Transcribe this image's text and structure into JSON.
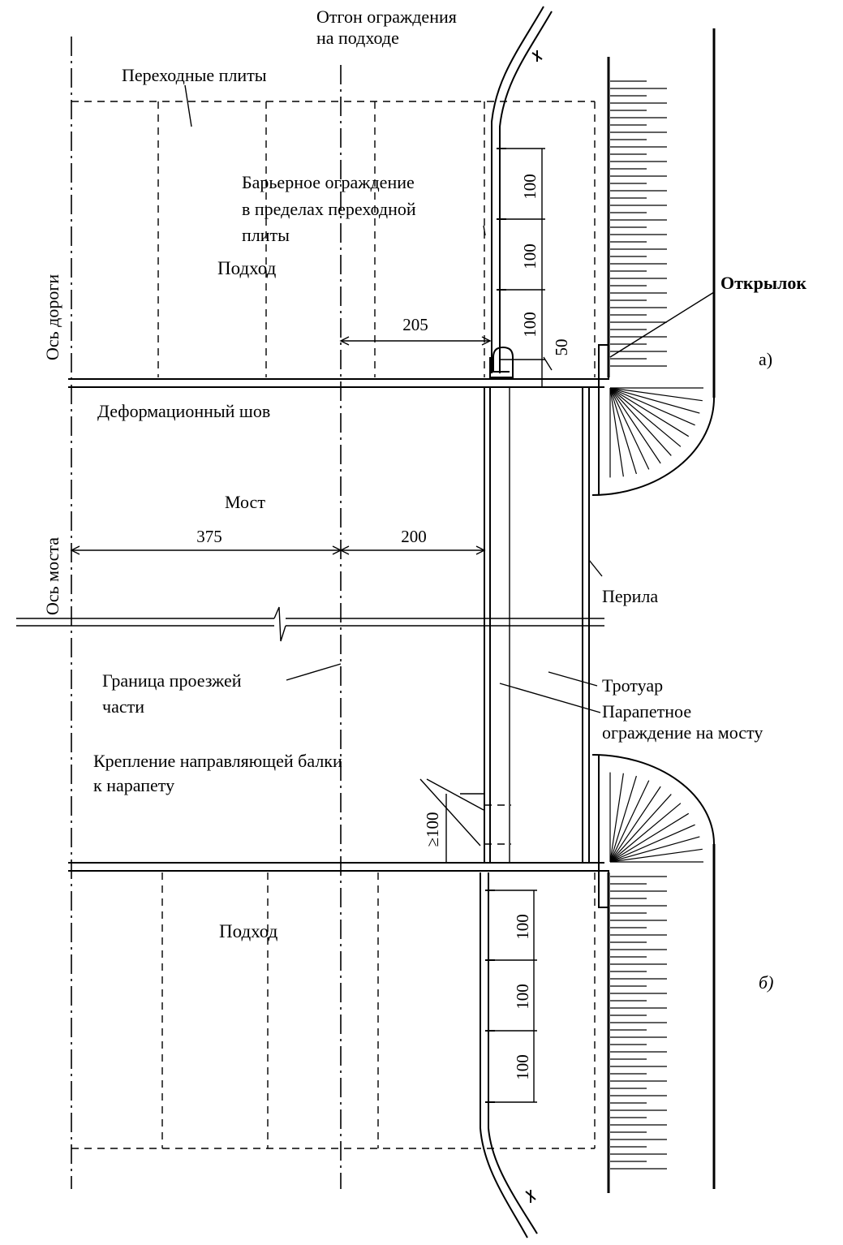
{
  "labels": {
    "otgon_line1": "Отгон ограждения",
    "otgon_line2": "на подходе",
    "transition_slabs": "Переходные плиты",
    "barrier_line1": "Барьерное ограждение",
    "barrier_line2": "в пределах переходной",
    "barrier_line3": "плиты",
    "approach_top": "Подход",
    "road_axis": "Ось дороги",
    "wing_wall": "Открылок",
    "view_a": "а)",
    "expansion_joint": "Деформационный шов",
    "bridge": "Мост",
    "bridge_axis": "Ось моста",
    "railing": "Перила",
    "carriageway_line1": "Граница проезжей",
    "carriageway_line2": "части",
    "sidewalk": "Тротуар",
    "parapet_line1": "Парапетное",
    "parapet_line2": "ограждение   на мосту",
    "fastening_line1": "Крепление направляющей балки",
    "fastening_line2": "к нарапету",
    "approach_bottom": "Подход",
    "view_b": "б)"
  },
  "dimensions": {
    "top_100_a": "100",
    "top_100_b": "100",
    "top_100_c": "100",
    "top_50": "50",
    "d205": "205",
    "d375": "375",
    "d200": "200",
    "min100": "≥100",
    "bot_100_a": "100",
    "bot_100_b": "100",
    "bot_100_c": "100"
  }
}
